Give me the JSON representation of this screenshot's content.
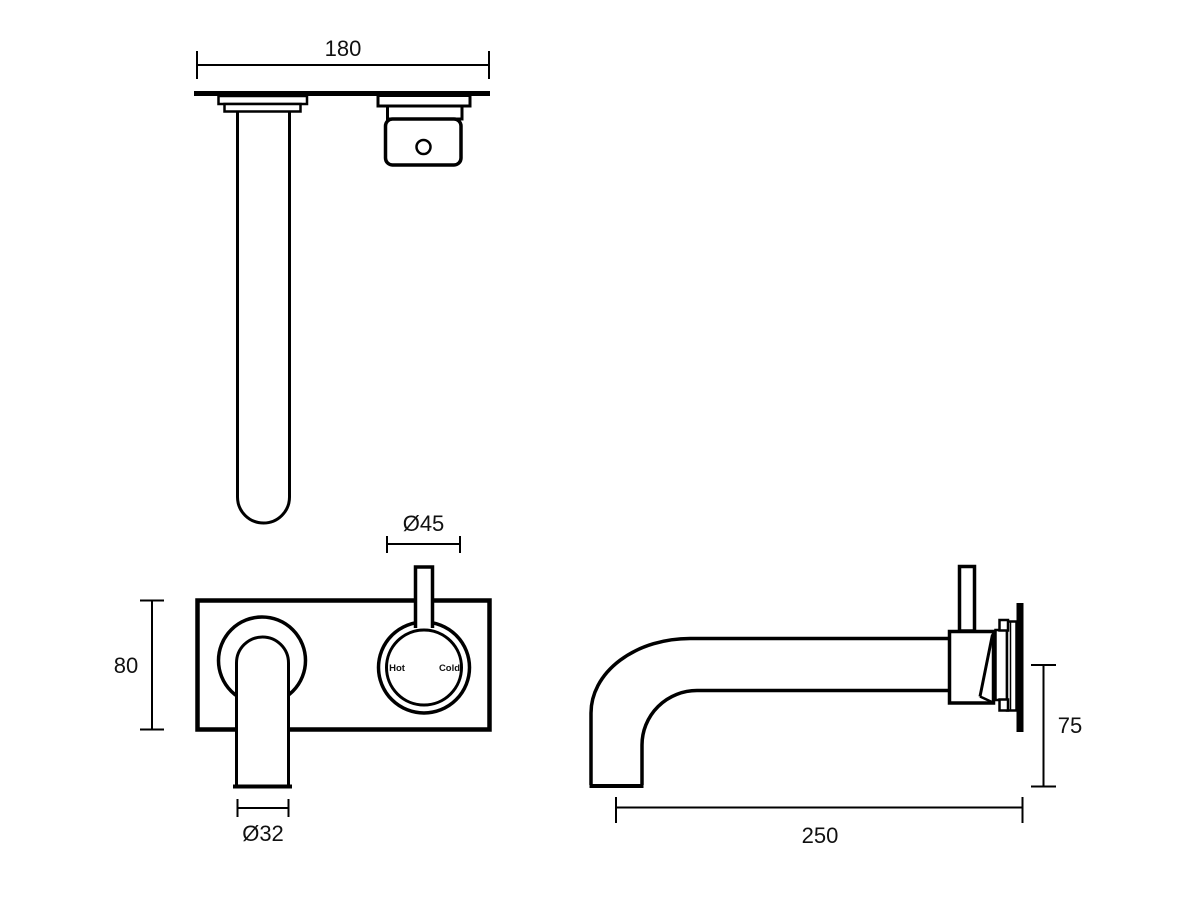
{
  "drawing": {
    "kind": "tapware-technical-drawing",
    "background_color": "#ffffff",
    "line_color": "#000000"
  },
  "dimensions": {
    "plate_width": "180",
    "handle_diameter": "Ø45",
    "plate_height": "80",
    "spout_diameter": "Ø32",
    "spout_reach": "250",
    "spout_drop": "75"
  },
  "handle_labels": {
    "hot": "Hot",
    "cold": "Cold"
  }
}
